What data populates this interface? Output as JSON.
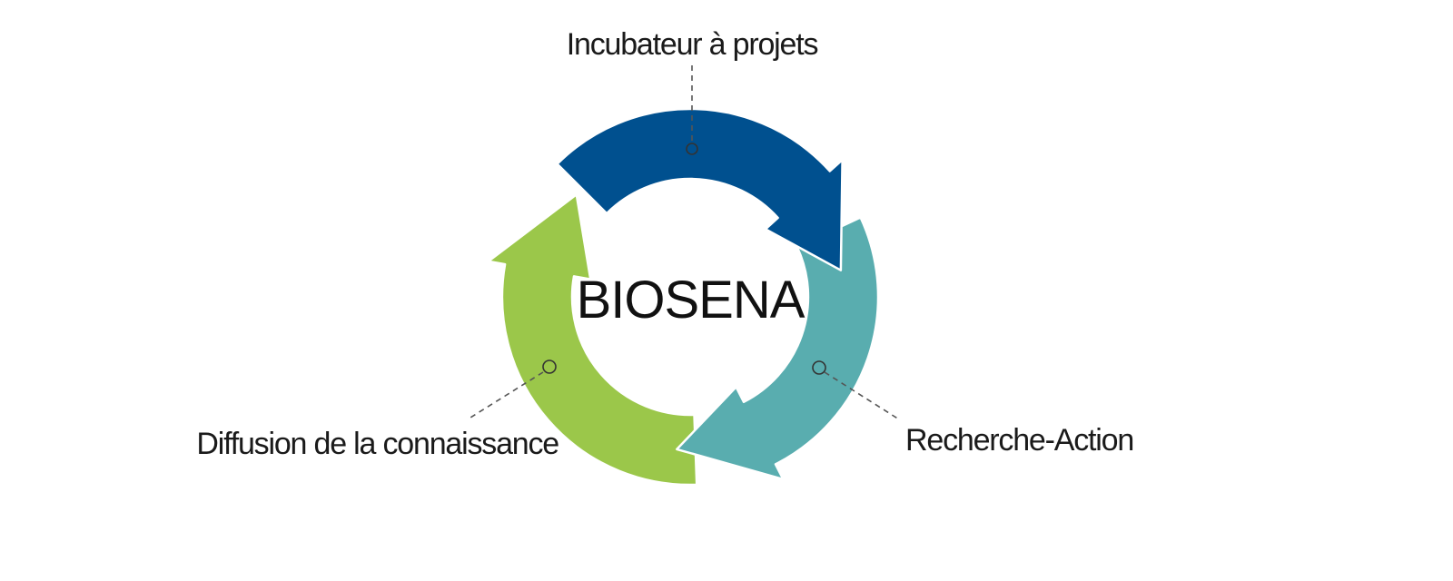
{
  "diagram": {
    "center_label": "BIOSENA",
    "segments": [
      {
        "id": "top",
        "label": "Incubateur à projets",
        "color": "#00508f"
      },
      {
        "id": "right",
        "label": "Recherche-Action",
        "color": "#59adaf"
      },
      {
        "id": "left",
        "label": "Diffusion de la connaissance",
        "color": "#9bc74a"
      }
    ]
  }
}
